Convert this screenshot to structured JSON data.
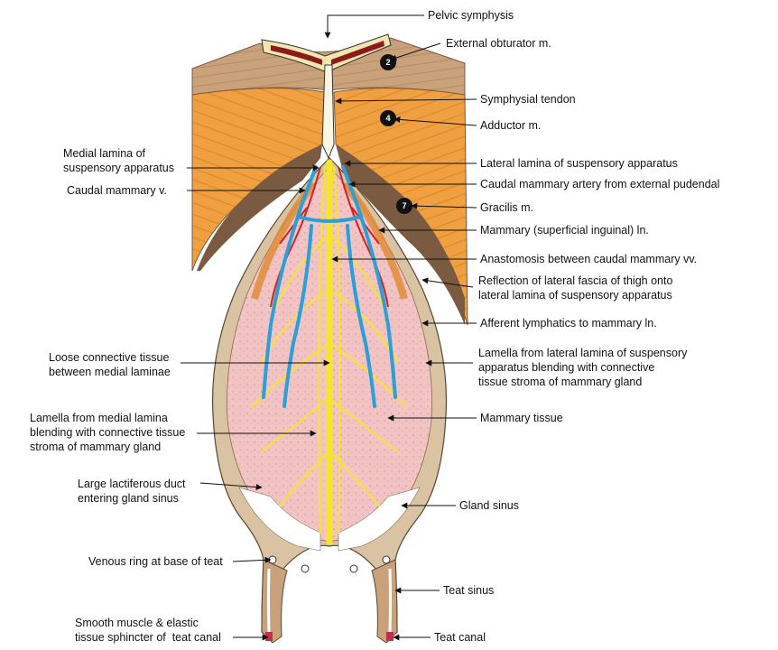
{
  "labels": {
    "pelvic_symphysis": "Pelvic symphysis",
    "external_obturator": "External obturator m.",
    "symphysial_tendon": "Symphysial tendon",
    "adductor": "Adductor m.",
    "lateral_lamina": "Lateral lamina of suspensory apparatus",
    "caudal_mammary_artery": "Caudal mammary artery from external pudendal",
    "gracilis": "Gracilis m.",
    "mammary_ln": "Mammary (superficial inguinal) ln.",
    "anastomosis": "Anastomosis between caudal mammary vv.",
    "reflection": "Reflection of lateral fascia of thigh onto\nlateral lamina of suspensory apparatus",
    "afferent_lymphatics": "Afferent lymphatics to mammary ln.",
    "lamella_lateral": "Lamella from lateral lamina of suspensory\napparatus blending with connective\ntissue stroma of mammary gland",
    "mammary_tissue": "Mammary tissue",
    "gland_sinus": "Gland sinus",
    "teat_sinus": "Teat sinus",
    "teat_canal": "Teat canal",
    "medial_lamina": "Medial lamina of\nsuspensory apparatus",
    "caudal_mammary_v": "Caudal mammary v.",
    "loose_connective": "Loose connective tissue\nbetween medial laminae",
    "lamella_medial": "Lamella from medial lamina\nblending with connective tissue\nstroma of mammary gland",
    "large_lactiferous": "Large lactiferous duct\nentering gland sinus",
    "venous_ring": "Venous ring at base of teat",
    "smooth_muscle": "Smooth muscle & elastic\ntissue sphincter of  teat canal"
  },
  "markers": {
    "external_obturator_num": "2",
    "adductor_num": "4",
    "gracilis_num": "7"
  },
  "colors": {
    "muscle_orange": "#f0a040",
    "muscle_tan": "#c9a27c",
    "gracilis_brown": "#7a5a40",
    "bone_red": "#8b1a1a",
    "bone_yellow": "#f2e6b0",
    "mammary_pink": "#f2c4c4",
    "artery_red": "#d42020",
    "vein_blue": "#2b9fd8",
    "nerve_yellow": "#f5e62a",
    "fascia_tan": "#d9c3a3"
  }
}
